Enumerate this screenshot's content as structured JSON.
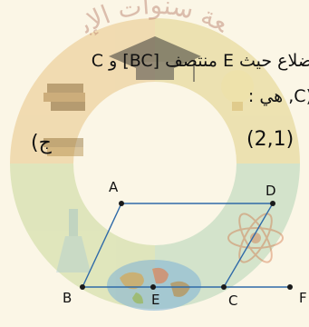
{
  "watermark_text": "جامعة سنوات الإبداع",
  "problem": {
    "line1": "ضلاع حيث E منتصف [BC] و C",
    "line2": "(C, هي :",
    "option_label": "ج)",
    "option_value": "(2,1)"
  },
  "figure": {
    "points": [
      {
        "label": "A"
      },
      {
        "label": "D"
      },
      {
        "label": "B"
      },
      {
        "label": "E"
      },
      {
        "label": "C"
      },
      {
        "label": "F"
      }
    ]
  },
  "colors": {
    "background": "#fbf6e6",
    "line": "#2f6aa8",
    "point": "#1a1a1a",
    "text": "#111111"
  }
}
